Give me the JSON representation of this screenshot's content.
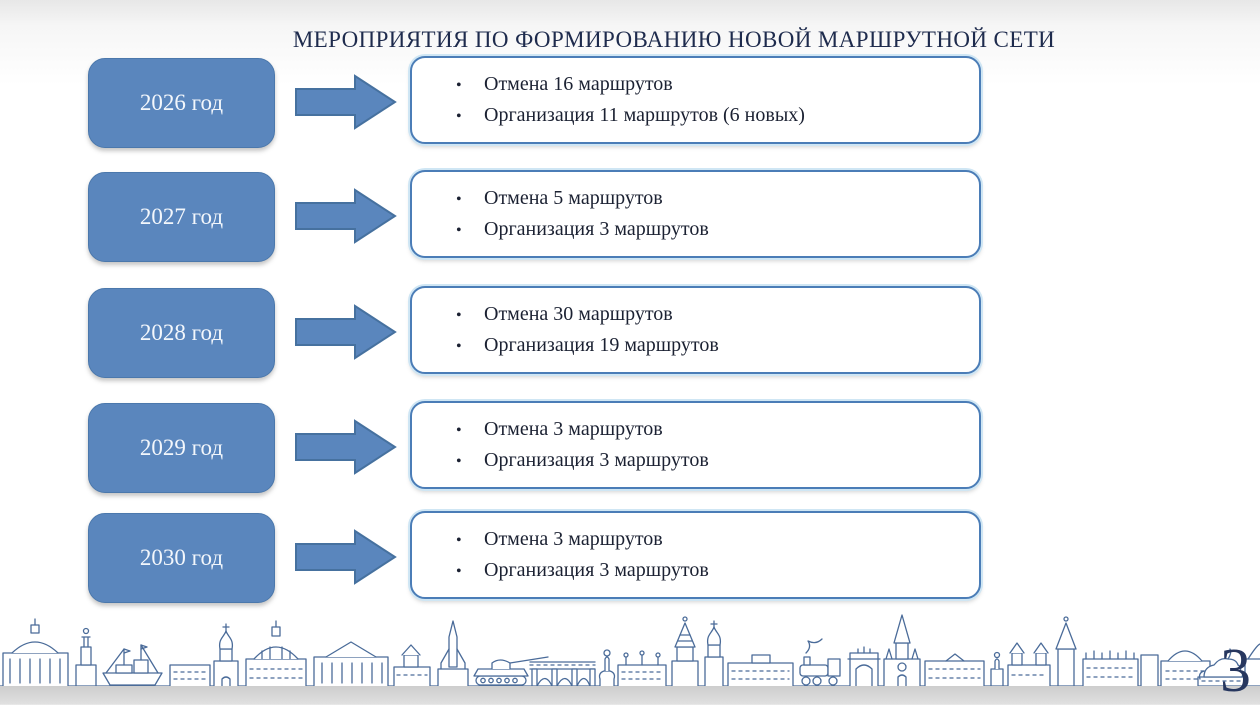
{
  "slide": {
    "title": "МЕРОПРИЯТИЯ ПО ФОРМИРОВАНИЮ НОВОЙ МАРШРУТНОЙ СЕТИ",
    "rows": [
      {
        "year": "2026 год",
        "items": [
          "Отмена 16 маршрутов",
          "Организация 11 маршрутов (6 новых)"
        ]
      },
      {
        "year": "2027 год",
        "items": [
          "Отмена 5 маршрутов",
          "Организация 3 маршрутов"
        ]
      },
      {
        "year": "2028 год",
        "items": [
          "Отмена 30 маршрутов",
          "Организация 19 маршрутов"
        ]
      },
      {
        "year": "2029 год",
        "items": [
          "Отмена 3 маршрутов",
          "Организация 3 маршрутов"
        ]
      },
      {
        "year": "2030 год",
        "items": [
          "Отмена 3 маршрутов",
          "Организация 3 маршрутов"
        ]
      }
    ],
    "footer": {
      "page_number": "3",
      "skyline_icon": "city-skyline-illustration"
    },
    "colors": {
      "accent_blue": "#5a86bd",
      "box_border_blue": "#4b7db7",
      "title_navy": "#1e2b4d",
      "skyline_blue": "#4a6b99",
      "footer_band_gray": "#d4d4d4"
    }
  }
}
